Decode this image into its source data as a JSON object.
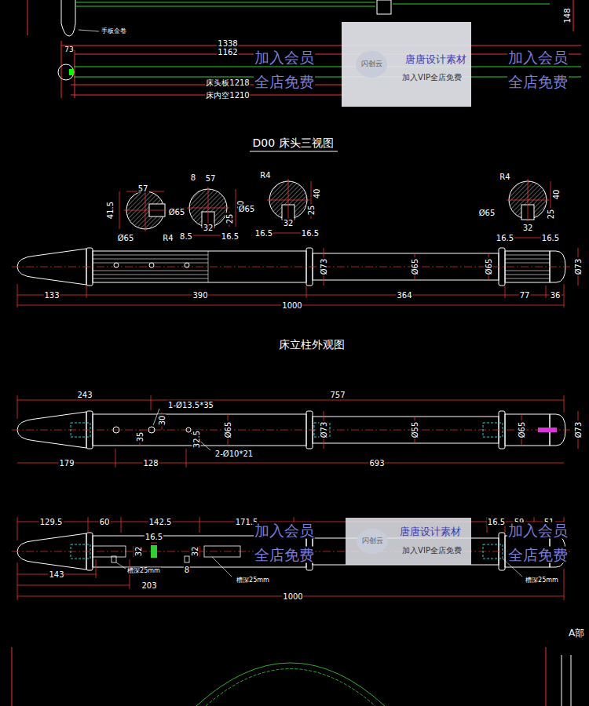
{
  "diagram": {
    "labels": [
      "手板金卷",
      "148",
      "1338",
      "1162",
      "73",
      "床头板1218",
      "床内空1210",
      "加入会员",
      "全店免费",
      "闪创云",
      "唐唐设计素材",
      "加入VIP全店免费",
      "加入会员",
      "全店免费",
      "D00 床头三视图",
      "57",
      "41.5",
      "Ø65",
      "Ø65",
      "R4",
      "8",
      "57",
      "40",
      "25",
      "8.5",
      "32",
      "16.5",
      "R4",
      "40",
      "Ø65",
      "25",
      "16.5",
      "32",
      "16.5",
      "R4",
      "40",
      "Ø65",
      "25",
      "16.5",
      "32",
      "16.5",
      "Ø73",
      "Ø65",
      "Ø65",
      "Ø73",
      "133",
      "390",
      "1000",
      "364",
      "77",
      "36",
      "床立柱外观图",
      "243",
      "757",
      "1-Ø13.5*35",
      "30",
      "35",
      "32.5",
      "2-Ø10*21",
      "Ø65",
      "Ø73",
      "Ø55",
      "Ø65",
      "Ø73",
      "179",
      "128",
      "693",
      "129.5",
      "60",
      "142.5",
      "171.5",
      "16.5",
      "59",
      "51",
      "16.5",
      "32",
      "32",
      "8",
      "槽深25mm",
      "槽深25mm",
      "槽深25mm",
      "143",
      "203",
      "1000",
      "加入会员",
      "全店免费",
      "闪创云",
      "唐唐设计素材",
      "加入VIP全店免费",
      "加入会员",
      "全店免费",
      "A部"
    ]
  }
}
